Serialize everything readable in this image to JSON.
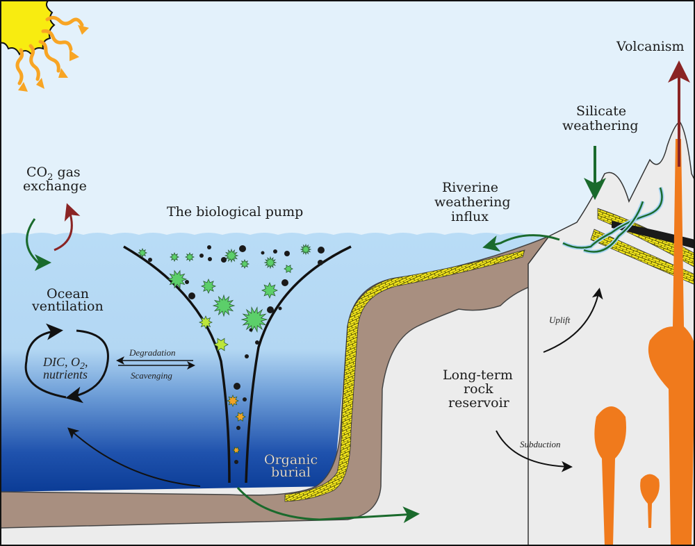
{
  "diagram": {
    "title": "Carbon cycle: biological pump and long-term rock reservoir",
    "labels": {
      "co2_line1_main": "CO",
      "co2_line1_sub": "2",
      "co2_line1_rest": " gas",
      "co2_line2": "exchange",
      "bio_pump": "The biological pump",
      "ocean_vent_1": "Ocean",
      "ocean_vent_2": "ventilation",
      "dic_line1_a": "DIC, O",
      "dic_line1_sub": "2",
      "dic_line1_b": ",",
      "dic_line2": "nutrients",
      "degradation": "Degradation",
      "scavenging": "Scavenging",
      "organic_burial_1": "Organic",
      "organic_burial_2": "burial",
      "riverine_1": "Riverine",
      "riverine_2": "weathering",
      "riverine_3": "influx",
      "silicate_1": "Silicate",
      "silicate_2": "weathering",
      "volcanism": "Volcanism",
      "uplift": "Uplift",
      "subduction": "Subduction",
      "reservoir_1": "Long-term",
      "reservoir_2": "rock",
      "reservoir_3": "reservoir"
    },
    "colors": {
      "sky": "#e3f1fb",
      "ocean_surface": "#b9dcf6",
      "ocean_deep": "#0e3f98",
      "sediment": "#a88f80",
      "carbonate": "#f5e81c",
      "rock": "#ececec",
      "magma": "#f07a1c",
      "sun": "#f8ec10",
      "sun_rays": "#f8a524",
      "green_arrow": "#1a6a2c",
      "red_arrow": "#8a2424",
      "plankton_green": "#5ccf6a",
      "plankton_lime": "#bde53a",
      "plankton_orange": "#f0a326"
    }
  }
}
